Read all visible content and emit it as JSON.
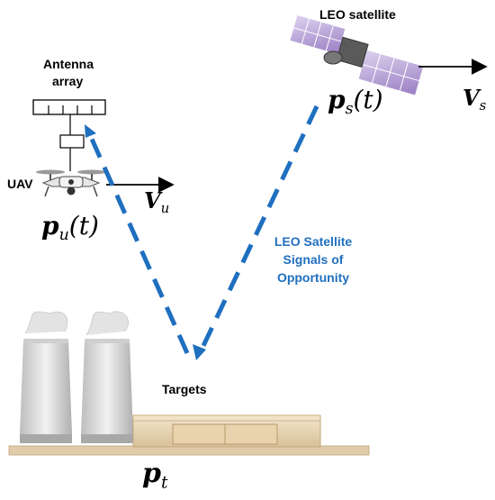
{
  "labels": {
    "antenna_line1": "Antenna",
    "antenna_line2": "array",
    "uav": "UAV",
    "satellite": "LEO satellite",
    "targets": "Targets",
    "signals_line1": "LEO Satellite",
    "signals_line2": "Signals of",
    "signals_line3": "Opportunity"
  },
  "symbols": {
    "pos_uav_base": "p",
    "pos_uav_sub": "u",
    "pos_uav_arg": "(t)",
    "pos_sat_base": "p",
    "pos_sat_sub": "s",
    "pos_sat_arg": "(t)",
    "pos_target_base": "p",
    "pos_target_sub": "t",
    "vel_uav_base": "V",
    "vel_uav_sub": "u",
    "vel_sat_base": "V",
    "vel_sat_sub": "s"
  },
  "colors": {
    "signal_arrow": "#1f6fbf",
    "tower": "#d8d8d8",
    "building": "#e9d6b4",
    "satellite_panel": "#b39ad1"
  }
}
